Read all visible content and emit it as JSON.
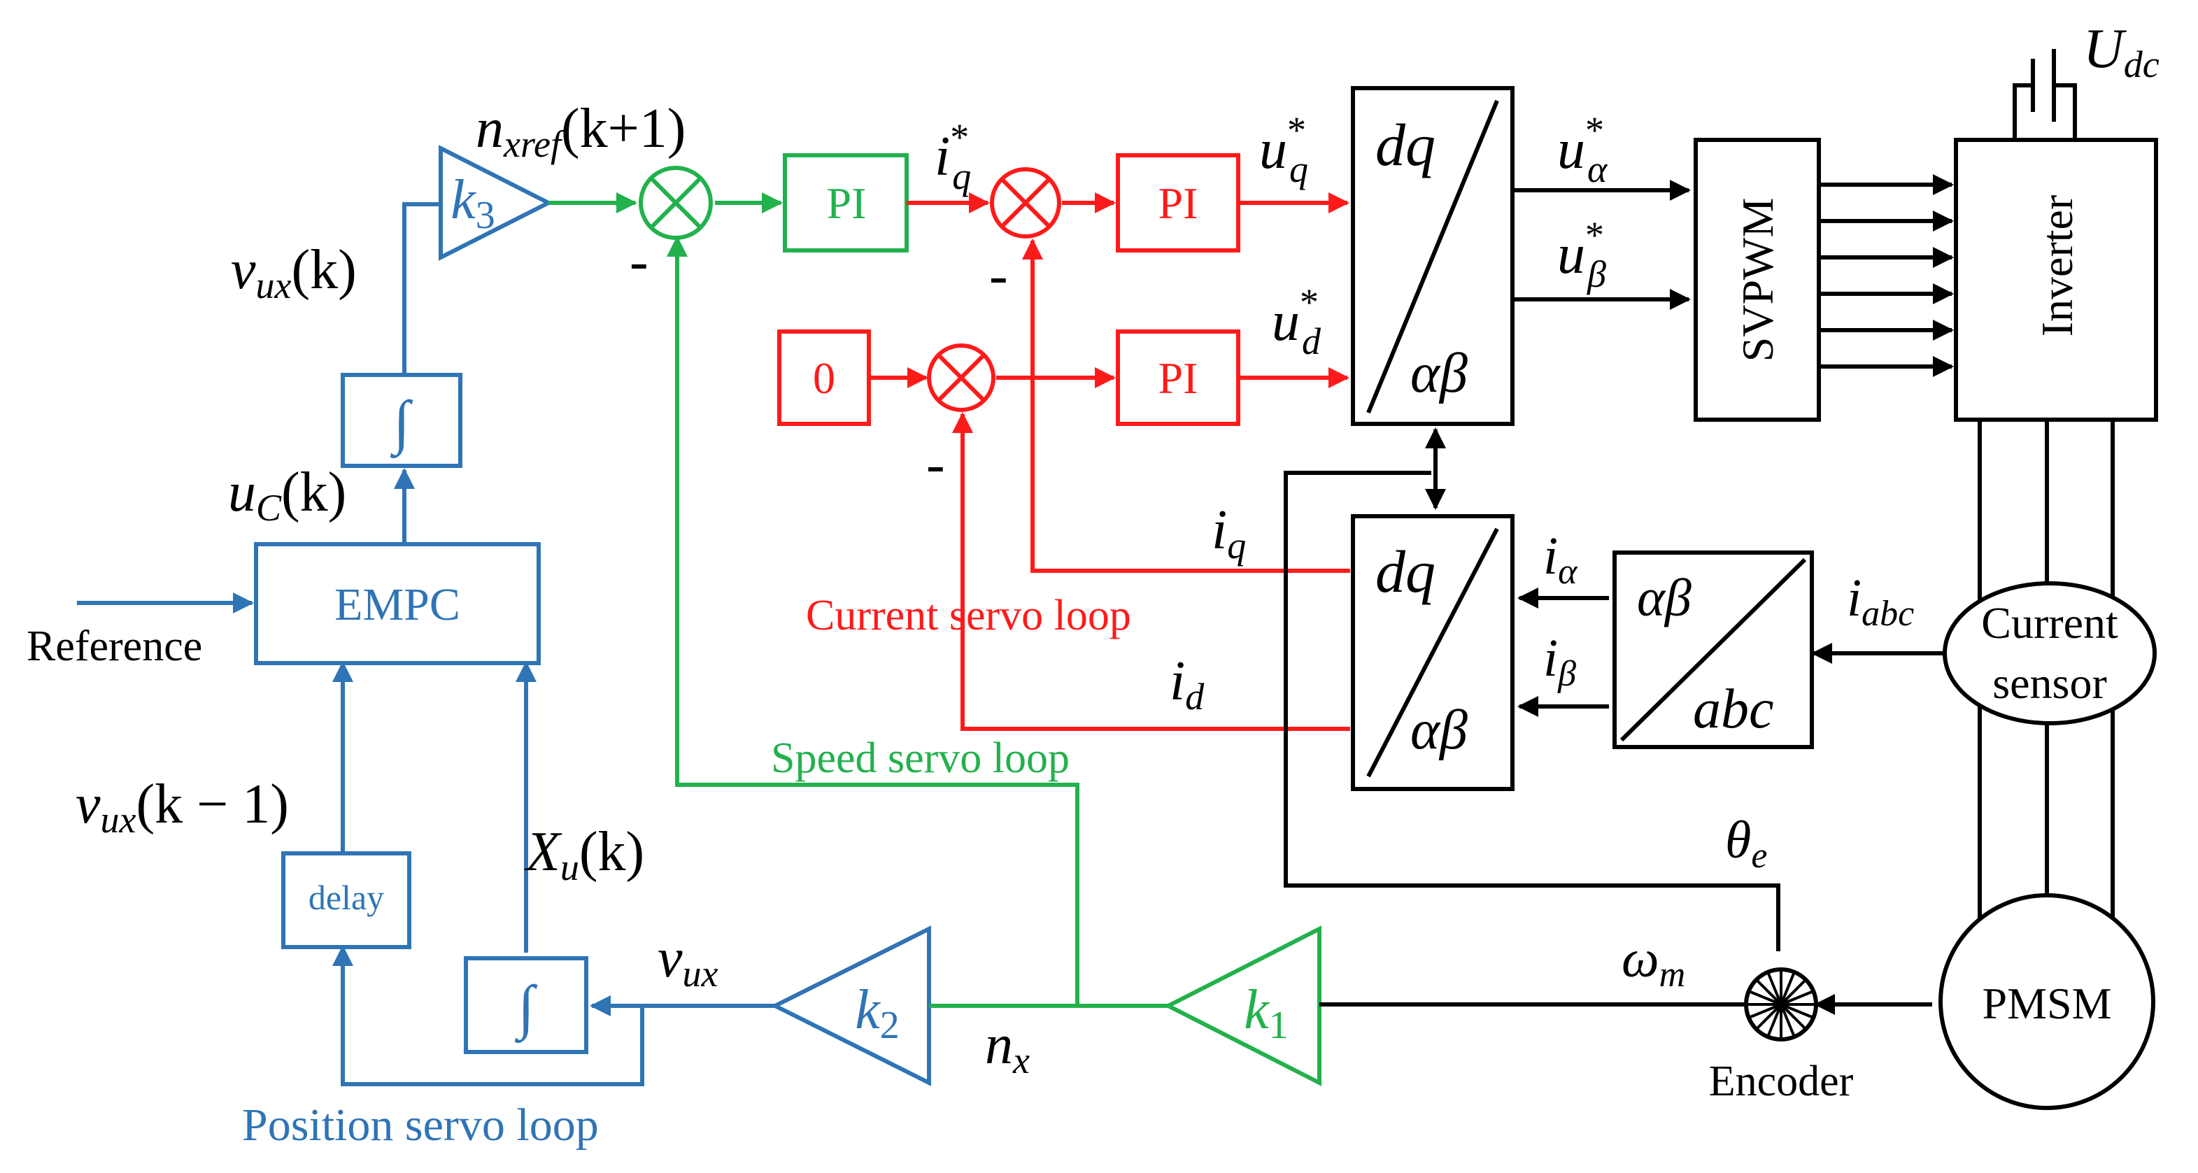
{
  "colors": {
    "blue": "#2f74b5",
    "green": "#22b14c",
    "red": "#ff1a1a",
    "black": "#000000"
  },
  "blocks": {
    "empc": "EMPC",
    "integrator_top": "∫",
    "integrator_bottom": "∫",
    "delay": "delay",
    "pi_speed": "PI",
    "pi_q": "PI",
    "pi_d": "PI",
    "zero": "0",
    "svpwm": "SVPWM",
    "inverter": "Inverter",
    "current_sensor_line1": "Current",
    "current_sensor_line2": "sensor",
    "pmsm": "PMSM",
    "encoder": "Encoder",
    "park_top_dq": "dq",
    "park_top_ab": "αβ",
    "park_bottom_dq": "dq",
    "park_bottom_ab": "αβ",
    "clarke_ab": "αβ",
    "clarke_abc": "abc"
  },
  "gains": {
    "k3": "k",
    "k3_sub": "3",
    "k2": "k",
    "k2_sub": "2",
    "k1": "k",
    "k1_sub": "1"
  },
  "signals": {
    "n_xref": "n",
    "n_xref_sub": "xref",
    "n_xref_arg": "(k+1)",
    "v_ux_k": "v",
    "v_ux_k_sub": "ux",
    "v_ux_k_arg": "(k)",
    "u_c_k": "u",
    "u_c_k_sub": "C",
    "u_c_k_arg": "(k)",
    "v_ux_km1": "v",
    "v_ux_km1_sub": "ux",
    "v_ux_km1_arg": "(k − 1)",
    "x_u_k": "X",
    "x_u_k_sub": "u",
    "x_u_k_arg": "(k)",
    "v_ux": "v",
    "v_ux_sub": "ux",
    "n_x": "n",
    "n_x_sub": "x",
    "i_q_star": "i",
    "i_q_star_sup": "*",
    "i_q_star_sub": "q",
    "u_q_star": "u",
    "u_q_star_sup": "*",
    "u_q_star_sub": "q",
    "u_d_star": "u",
    "u_d_star_sup": "*",
    "u_d_star_sub": "d",
    "u_alpha_star": "u",
    "u_alpha_star_sup": "*",
    "u_alpha_star_sub": "α",
    "u_beta_star": "u",
    "u_beta_star_sup": "*",
    "u_beta_star_sub": "β",
    "u_dc": "U",
    "u_dc_sub": "dc",
    "i_q": "i",
    "i_q_sub": "q",
    "i_d": "i",
    "i_d_sub": "d",
    "i_alpha": "i",
    "i_alpha_sub": "α",
    "i_beta": "i",
    "i_beta_sub": "β",
    "i_abc": "i",
    "i_abc_sub": "abc",
    "theta_e": "θ",
    "theta_e_sub": "e",
    "omega_m": "ω",
    "omega_m_sub": "m",
    "minus": "-"
  },
  "labels": {
    "reference": "Reference",
    "position_loop": "Position servo loop",
    "speed_loop": "Speed servo loop",
    "current_loop": "Current servo loop"
  }
}
